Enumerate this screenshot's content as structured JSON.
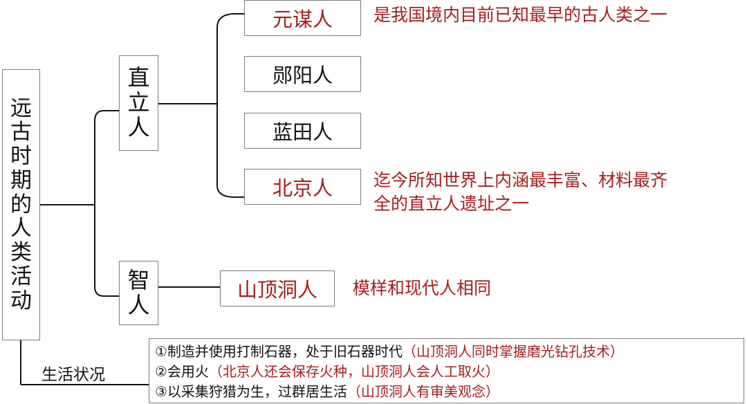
{
  "root": {
    "chars": [
      "远",
      "古",
      "时",
      "期",
      "的",
      "人",
      "类",
      "活",
      "动"
    ]
  },
  "zhili": {
    "chars": [
      "直",
      "立",
      "人"
    ]
  },
  "zhi": {
    "chars": [
      "智",
      "人"
    ]
  },
  "leaves": [
    {
      "label": "元谋人",
      "desc": "是我国境内目前已知最早的古人类之一"
    },
    {
      "label": "郧阳人",
      "desc": ""
    },
    {
      "label": "蓝田人",
      "desc": ""
    },
    {
      "label": "北京人",
      "desc_line1": "迄今所知世界上内涵最丰富、材料最齐",
      "desc_line2": "全的直立人遗址之一"
    }
  ],
  "shandingdong": {
    "label": "山顶洞人",
    "desc": "模样和现代人相同"
  },
  "life": {
    "label": "生活状况",
    "lines": [
      {
        "main": "①制造并使用打制石器，处于旧石器时代",
        "note": "（山顶洞人同时掌握磨光钻孔技术）"
      },
      {
        "main": "②会用火",
        "note": "（北京人还会保存火种，山顶洞人会人工取火）"
      },
      {
        "main": "③以采集狩猎为生，过群居生活",
        "note": "（山顶洞人有审美观念）"
      }
    ]
  },
  "colors": {
    "highlight": "#a31e1e",
    "text": "#111111",
    "line": "#111111",
    "border": "#7a7a7a"
  }
}
